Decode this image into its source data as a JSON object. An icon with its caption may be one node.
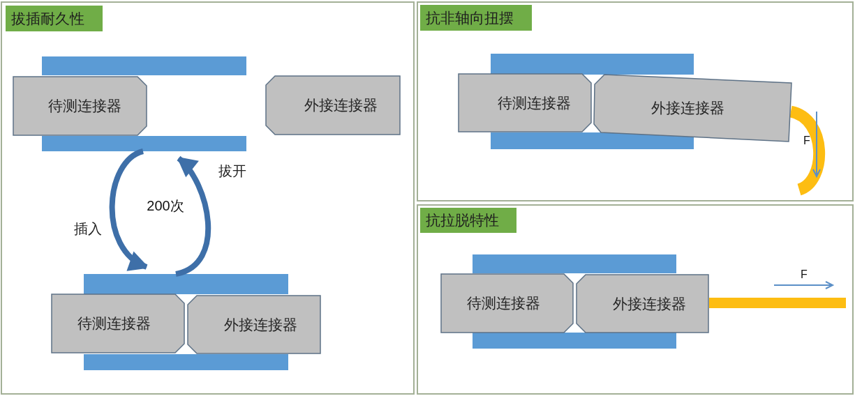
{
  "diagram": {
    "nodes": [
      {
        "text": [
          "拔插耐久性"
        ]
      },
      {
        "text": [],
        "shape": "bar",
        "in": 0
      },
      {
        "text": [
          "待测连接器"
        ],
        "in": 0
      },
      {
        "text": [
          "外接连接器"
        ],
        "in": 0
      },
      {
        "text": [],
        "shape": "bar",
        "in": 0
      },
      {
        "text": [],
        "shape": "bar",
        "in": 0
      },
      {
        "text": [
          "待测连接器"
        ],
        "in": 0
      },
      {
        "text": [
          "外接连接器"
        ],
        "in": 0
      },
      {
        "text": [],
        "shape": "bar",
        "in": 0
      },
      {
        "text": [
          "抗非轴向扭摆"
        ]
      },
      {
        "text": [],
        "shape": "bar",
        "in": 9
      },
      {
        "text": [
          "待测连接器"
        ],
        "in": 9
      },
      {
        "text": [
          "外接连接器"
        ],
        "in": 9
      },
      {
        "text": [],
        "shape": "bar",
        "in": 9
      },
      {
        "text": [
          "抗拉脱特性"
        ]
      },
      {
        "text": [],
        "shape": "bar",
        "in": 14
      },
      {
        "text": [
          "待测连接器"
        ],
        "in": 14
      },
      {
        "text": [
          "外接连接器"
        ],
        "in": 14
      },
      {
        "text": [],
        "shape": "bar",
        "in": 14
      },
      {
        "text": [],
        "shape": "bar",
        "in": 14
      }
    ],
    "edges": [
      {
        "from": 4,
        "to": 5,
        "arrow": "to",
        "label": "插入"
      },
      {
        "from": 5,
        "to": 4,
        "arrow": "to",
        "label": "拔开"
      }
    ],
    "labels": [
      "200次",
      "F",
      "F"
    ]
  }
}
